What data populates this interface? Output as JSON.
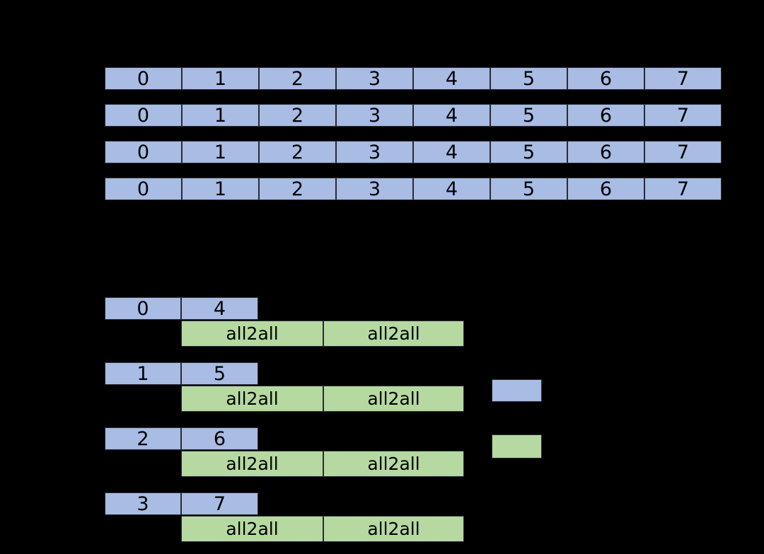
{
  "figure": {
    "background_color": "#000000",
    "blue_color": "#a8bce4",
    "green_color": "#b5d9a0",
    "border_color": "#2b2b33"
  },
  "top_section": {
    "rows": [
      {
        "name": "rank-row-0",
        "cells": [
          "0",
          "1",
          "2",
          "3",
          "4",
          "5",
          "6",
          "7"
        ]
      },
      {
        "name": "rank-row-1",
        "cells": [
          "0",
          "1",
          "2",
          "3",
          "4",
          "5",
          "6",
          "7"
        ]
      },
      {
        "name": "rank-row-2",
        "cells": [
          "0",
          "1",
          "2",
          "3",
          "4",
          "5",
          "6",
          "7"
        ]
      },
      {
        "name": "rank-row-3",
        "cells": [
          "0",
          "1",
          "2",
          "3",
          "4",
          "5",
          "6",
          "7"
        ]
      }
    ]
  },
  "bottom_section": {
    "groups": [
      {
        "name": "schedule-group-0",
        "microbatch_cells": [
          "0",
          "4"
        ],
        "comm_cells": [
          "all2all",
          "all2all"
        ]
      },
      {
        "name": "schedule-group-1",
        "microbatch_cells": [
          "1",
          "5"
        ],
        "comm_cells": [
          "all2all",
          "all2all"
        ]
      },
      {
        "name": "schedule-group-2",
        "microbatch_cells": [
          "2",
          "6"
        ],
        "comm_cells": [
          "all2all",
          "all2all"
        ]
      },
      {
        "name": "schedule-group-3",
        "microbatch_cells": [
          "3",
          "7"
        ],
        "comm_cells": [
          "all2all",
          "all2all"
        ]
      }
    ]
  },
  "legend": {
    "items": [
      {
        "name": "legend-compute",
        "color": "#a8bce4",
        "label": ""
      },
      {
        "name": "legend-communication",
        "color": "#b5d9a0",
        "label": ""
      }
    ]
  }
}
